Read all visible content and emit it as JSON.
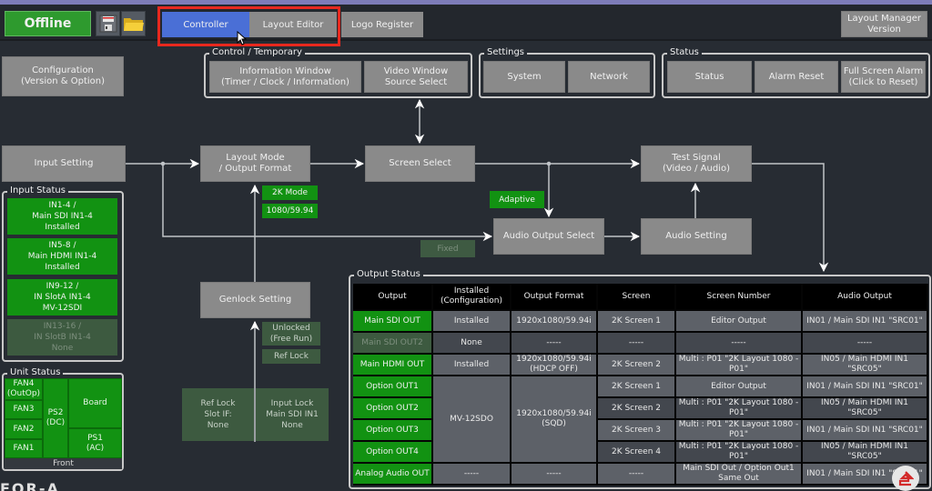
{
  "toolbar": {
    "status": "Offline",
    "icons": [
      "save-icon",
      "open-folder-icon"
    ],
    "tabs": [
      {
        "label": "Controller",
        "active": true
      },
      {
        "label": "Layout Editor",
        "active": false
      },
      {
        "label": "Logo Register",
        "active": false
      }
    ],
    "version_button": "Layout Manager\nVersion",
    "highlight_color": "#e8281e"
  },
  "configuration_button": "Configuration\n(Version & Option)",
  "groups": {
    "control": {
      "label": "Control / Temporary",
      "buttons": [
        "Information Window\n(Timer / Clock / Information)",
        "Video Window\nSource Select"
      ]
    },
    "settings": {
      "label": "Settings",
      "buttons": [
        "System",
        "Network"
      ]
    },
    "status": {
      "label": "Status",
      "buttons": [
        "Status",
        "Alarm Reset",
        "Full Screen Alarm\n(Click to Reset)"
      ]
    }
  },
  "flow": {
    "input_setting": "Input Setting",
    "layout_mode": "Layout Mode\n/ Output Format",
    "screen_select": "Screen Select",
    "test_signal": "Test Signal\n(Video / Audio)",
    "audio_output_select": "Audio Output Select",
    "audio_setting": "Audio Setting",
    "genlock_setting": "Genlock Setting",
    "mode_badges": [
      "2K Mode",
      "1080/59.94"
    ],
    "audio_badges": {
      "adaptive": "Adaptive",
      "fixed": "Fixed"
    },
    "genlock_badges": [
      "Unlocked\n(Free Run)",
      "Ref Lock"
    ],
    "lock_panels": [
      "Ref Lock\nSlot IF:\nNone",
      "Input Lock\nMain SDI IN1\nNone"
    ]
  },
  "input_status": {
    "label": "Input Status",
    "items": [
      {
        "text": "IN1-4 /\nMain SDI IN1-4\nInstalled",
        "active": true
      },
      {
        "text": "IN5-8 /\nMain HDMI IN1-4\nInstalled",
        "active": true
      },
      {
        "text": "IN9-12 /\nIN SlotA IN1-4\nMV-12SDI",
        "active": true
      },
      {
        "text": "IN13-16 /\nIN SlotB IN1-4\nNone",
        "active": false
      }
    ]
  },
  "unit_status": {
    "label": "Unit Status",
    "fans": [
      "FAN4\n(OutOp)",
      "FAN3",
      "FAN2",
      "FAN1"
    ],
    "ps2": "PS2\n(DC)",
    "board": "Board",
    "ps1": "PS1\n(AC)",
    "front": "Front"
  },
  "output_status": {
    "label": "Output Status",
    "headers": [
      "Output",
      "Installed\n(Configuration)",
      "Output Format",
      "Screen",
      "Screen Number",
      "Audio Output"
    ],
    "rows": [
      {
        "output": "Main SDI OUT",
        "active": true,
        "installed": "Installed",
        "format": "1920x1080/59.94i",
        "screen": "2K Screen 1",
        "screen_number": "Editor Output",
        "audio": "IN01 / Main SDI IN1 \"SRC01\""
      },
      {
        "output": "Main SDI OUT2",
        "active": false,
        "installed": "None",
        "format": "-----",
        "screen": "-----",
        "screen_number": "-----",
        "audio": "-----"
      },
      {
        "output": "Main HDMI OUT",
        "active": true,
        "installed": "Installed",
        "format": "1920x1080/59.94i\n(HDCP OFF)",
        "screen": "2K Screen 2",
        "screen_number": "Multi : P01 \"2K Layout 1080 - P01\"",
        "audio": "IN05 / Main HDMI IN1 \"SRC05\""
      },
      {
        "output": "Option OUT1",
        "active": true,
        "screen": "2K Screen 1",
        "screen_number": "Editor Output",
        "audio": "IN01 / Main SDI IN1 \"SRC01\""
      },
      {
        "output": "Option OUT2",
        "active": true,
        "screen": "2K Screen 2",
        "screen_number": "Multi : P01 \"2K Layout 1080 - P01\"",
        "audio": "IN05 / Main HDMI IN1 \"SRC05\""
      },
      {
        "output": "Option OUT3",
        "active": true,
        "screen": "2K Screen 3",
        "screen_number": "Multi : P01 \"2K Layout 1080 - P01\"",
        "audio": "IN01 / Main SDI IN1 \"SRC01\""
      },
      {
        "output": "Option OUT4",
        "active": true,
        "screen": "2K Screen 4",
        "screen_number": "Multi : P01 \"2K Layout 1080 - P01\"",
        "audio": "IN05 / Main HDMI IN1 \"SRC05\""
      },
      {
        "output": "Analog Audio OUT",
        "active": true,
        "installed": "-----",
        "format": "-----",
        "screen": "-----",
        "screen_number": "Main SDI Out / Option Out1\nSame Out",
        "audio": "IN01 / Main SDI IN1 \"SRC01\""
      }
    ],
    "option_installed": "MV-12SDO",
    "option_format": "1920x1080/59.94i\n(SQD)"
  },
  "footer": {
    "brand_text": "FOR-A"
  },
  "colors": {
    "active_tab": "#4a6fd6",
    "status_green": "#129212",
    "inactive_green": "#3d5a40",
    "button_gray": "#8a8a8a",
    "background": "#272c33"
  }
}
